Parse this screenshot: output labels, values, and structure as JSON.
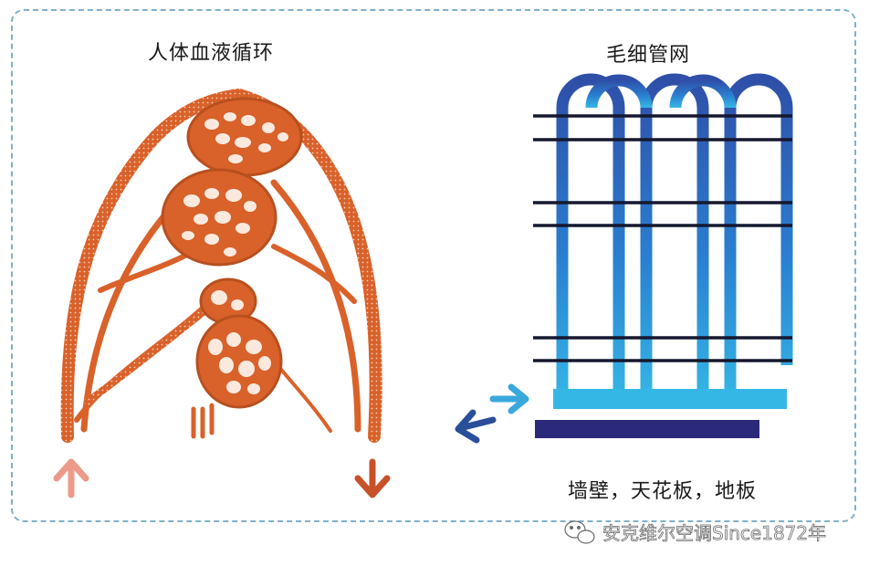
{
  "left_panel": {
    "title": "人体血液循环",
    "vessel_color": "#d9612a",
    "arrow_in_color": "#ec9a8a",
    "arrow_out_color": "#c8512a"
  },
  "right_panel": {
    "title": "毛细管网",
    "caption": "墙壁，天花板，地板",
    "tube_color_top": "#2f4fa8",
    "tube_color_bottom": "#35b7e6",
    "base_color": "#2b2a7a",
    "arrow_in_color": "#2a4f9a",
    "arrow_out_color": "#3aa8dc"
  },
  "watermark": {
    "text": "安克维尔空调Since1872年"
  }
}
